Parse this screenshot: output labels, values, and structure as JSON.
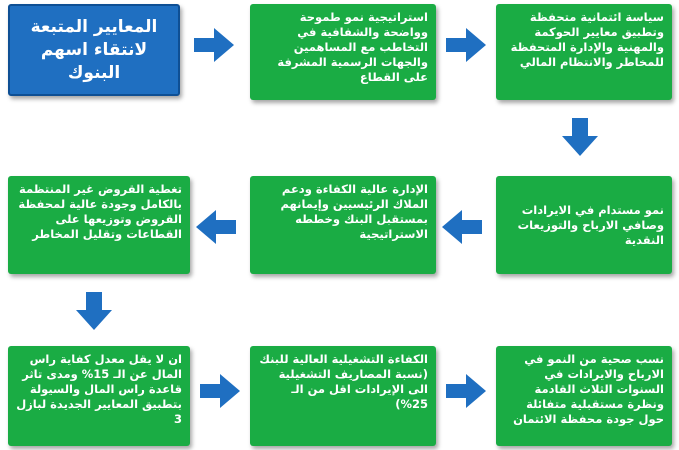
{
  "title": "المعايير المتبعة لانتقاء اسهم البنوك",
  "boxes": {
    "r1c2": "استراتيجية نمو طموحة وواضحة والشفافية في التخاطب مع المساهمين والجهات الرسمية المشرفة على القطاع",
    "r1c3": "سياسة ائتمانية متحفظة وتطبيق معايير الحوكمة والمهنية والإدارة المتحفظة للمخاطر والانتظام المالي",
    "r2c3": "نمو مستدام في الايرادات وصافي الارباح والتوزيعات النقدية",
    "r2c2": "الإدارة عالية الكفاءة ودعم الملاك الرئيسيين وإيمانهم بمستقبل البنك وخططه الاستراتيجية",
    "r2c1": "تغطية القروض غير المنتظمة بالكامل وجودة عالية لمحفظة القروض وتوزيعها على القطاعات وتقليل المخاطر",
    "r3c1": "ان لا يقل معدل كفاية راس المال عن الـ 15% ومدى تاثر قاعدة راس المال والسيولة بتطبيق المعايير الجديدة لبازل 3",
    "r3c2": "الكفاءة التشغيلية العالية للبنك (نسبة المصاريف التشغيلية الى الإيرادات اقل من الـ 25%)",
    "r3c3": "نسب صحية من النمو في الارباح والايرادات في السنوات الثلاث القادمة ونظرة مستقبلية متفائلة حول جودة محفظة الائتمان"
  },
  "colors": {
    "title_bg": "#1f6fc1",
    "box_bg": "#1aac44",
    "arrow": "#1f6fc1"
  }
}
